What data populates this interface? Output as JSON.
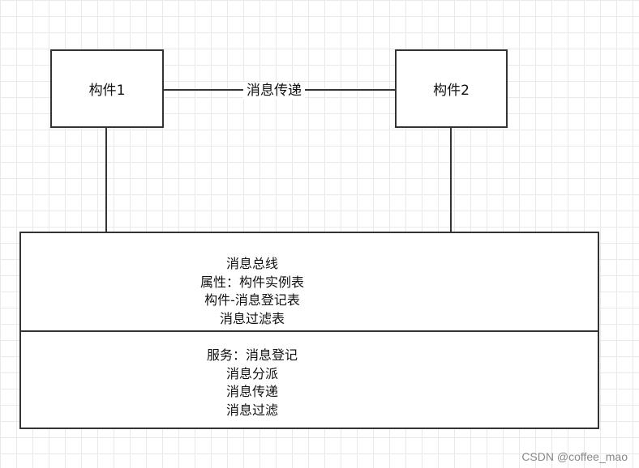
{
  "components": {
    "c1": "构件1",
    "c2": "构件2"
  },
  "connector_label": "消息传递",
  "bus": {
    "attributes": [
      "消息总线",
      "属性：构件实例表",
      "构件-消息登记表",
      "消息过滤表"
    ],
    "services": [
      "服务：消息登记",
      "消息分派",
      "消息传递",
      "消息过滤"
    ]
  },
  "watermark": "CSDN @coffee_mao"
}
